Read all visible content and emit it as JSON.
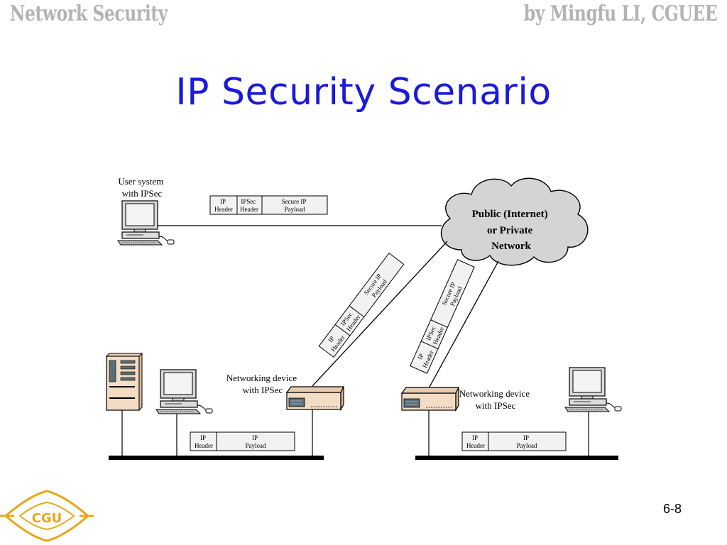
{
  "header": {
    "left": "Network Security",
    "right": "by Mingfu LI, CGUEE"
  },
  "title": "IP Security Scenario",
  "page_number": "6-8",
  "diagram": {
    "user_system_label": [
      "User system",
      "with IPSec"
    ],
    "cloud_label": [
      "Public (Internet)",
      "or Private",
      "Network"
    ],
    "left_device_label": [
      "Networking device",
      "with IPSec"
    ],
    "right_device_label": [
      "Networking device",
      "with IPSec"
    ],
    "packet_secure": {
      "ip_header": [
        "IP",
        "Header"
      ],
      "ipsec_header": [
        "IPSec",
        "Header"
      ],
      "payload": [
        "Secure IP",
        "Payload"
      ]
    },
    "packet_plain": {
      "ip_header": [
        "IP",
        "Header"
      ],
      "payload": [
        "IP",
        "Payload"
      ]
    }
  },
  "colors": {
    "title": "#1a1ad8",
    "header_text": "#b3b3b3",
    "cloud_fill": "#d4d4d4",
    "packet_fill": "#f2f2f2",
    "device_fill": "#f3dcc4",
    "logo": "#e6a817"
  },
  "logo_text": "CGU"
}
